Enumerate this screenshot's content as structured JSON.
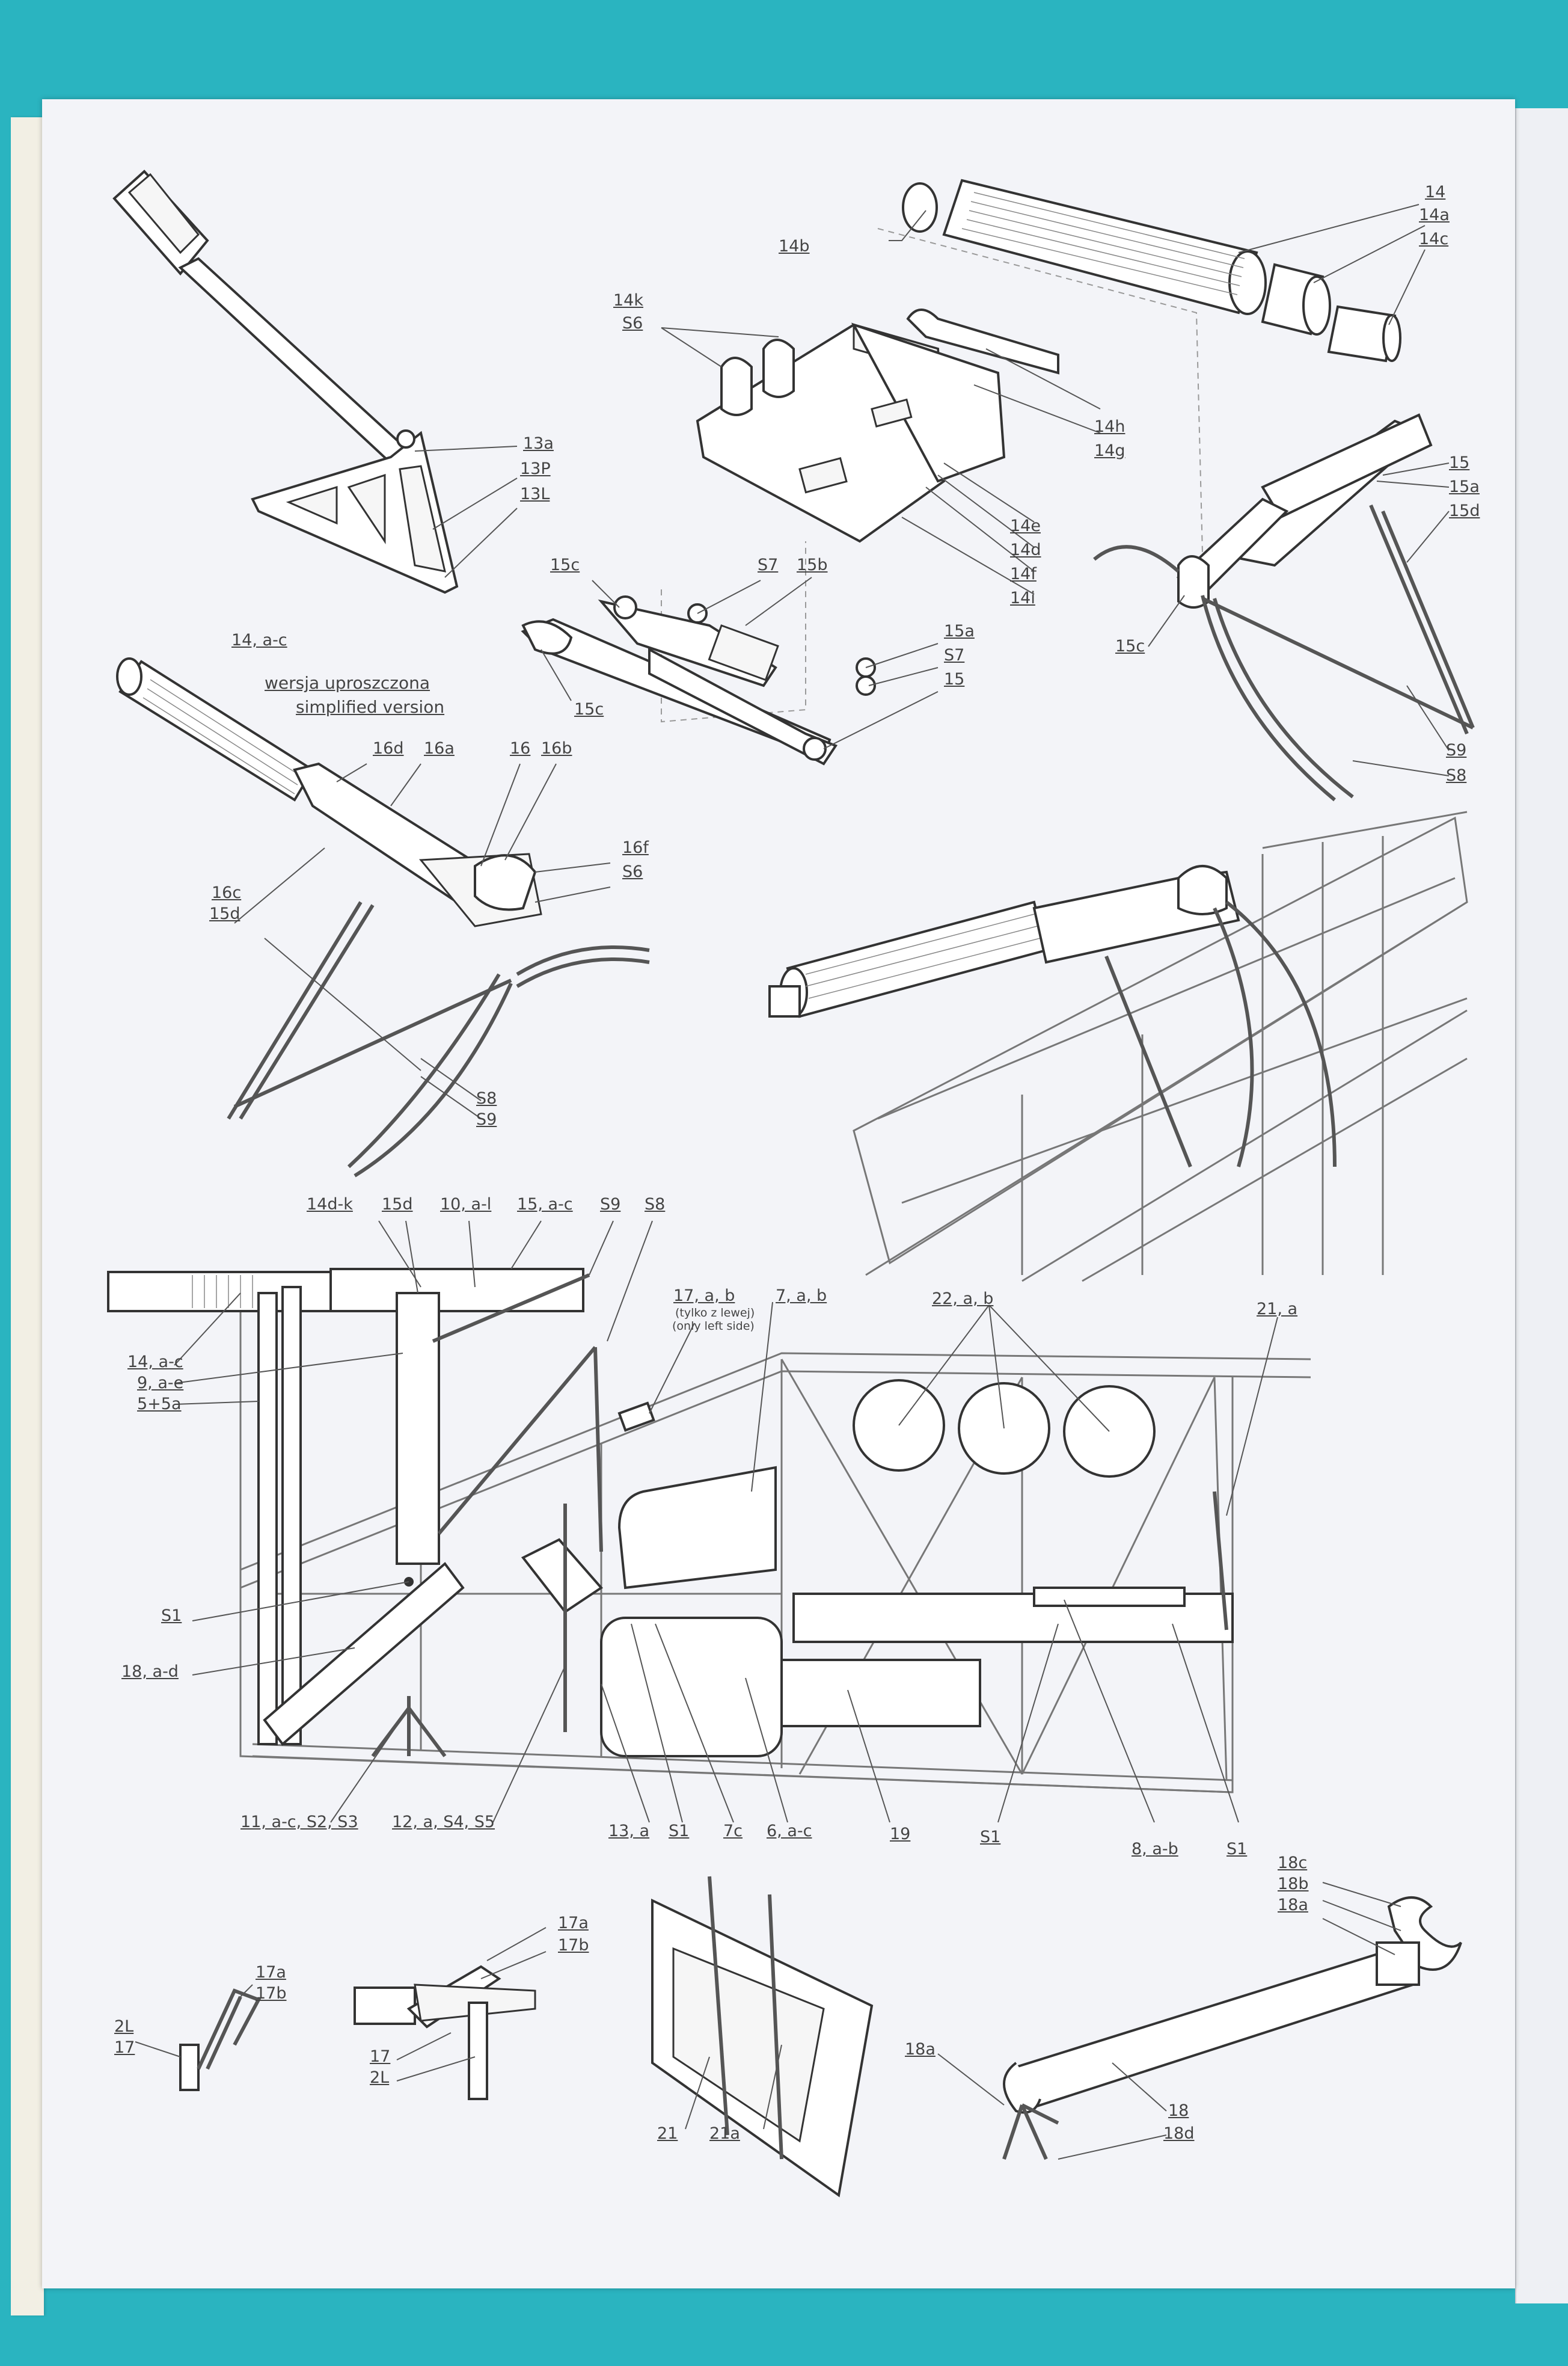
{
  "document": {
    "type": "model kit assembly instruction sheet",
    "notes": {
      "simplified_pl": "wersja uproszczona",
      "simplified_en": "simplified version",
      "left_side_pl": "(tylko z lewej)",
      "left_side_en": "(only left side)"
    },
    "labels": {
      "l14": "14",
      "l14a": "14a",
      "l14c": "14c",
      "l14b": "14b",
      "l14k": "14k",
      "lS6a": "S6",
      "l14h": "14h",
      "l14g": "14g",
      "l13a": "13a",
      "l13P": "13P",
      "l13L": "13L",
      "l14e": "14e",
      "l14d": "14d",
      "l14f": "14f",
      "l14i": "14i",
      "l15c_top": "15c",
      "lS7a": "S7",
      "l15b": "15b",
      "l15a_mid": "15a",
      "lS7b": "S7",
      "l15_mid": "15",
      "l15c_mid": "15c",
      "l15_r": "15",
      "l15a_r": "15a",
      "l15d_r": "15d",
      "l15c_r": "15c",
      "lS9_r": "S9",
      "lS8_r": "S8",
      "l14ac_top": "14, a-c",
      "l16d": "16d",
      "l16a": "16a",
      "l16": "16",
      "l16b": "16b",
      "l16f": "16f",
      "lS6b": "S6",
      "l16c": "16c",
      "l15d_l": "15d",
      "lS8_l": "S8",
      "lS9_l": "S9",
      "l14dk": "14d-k",
      "l15d_b": "15d",
      "l10al": "10, a-l",
      "l15ac": "15, a-c",
      "lS9_b": "S9",
      "lS8_b": "S8",
      "l17ab": "17, a, b",
      "l7ab": "7, a, b",
      "l22ab": "22, a, b",
      "l21a": "21, a",
      "l14ac_b": "14, a-c",
      "l9ae": "9, a-e",
      "l55a": "5+5a",
      "lS1a": "S1",
      "l18ad": "18, a-d",
      "l11": "11, a-c, S2, S3",
      "l12": "12, a, S4, S5",
      "l13a_b": "13, a",
      "lS1b": "S1",
      "l7c": "7c",
      "l6ac": "6, a-c",
      "l19": "19",
      "lS1c": "S1",
      "l8ab": "8, a-b",
      "lS1d": "S1",
      "l18c": "18c",
      "l18b": "18b",
      "l18a_r": "18a",
      "l17a_1": "17a",
      "l17b_1": "17b",
      "l2L_1": "2L",
      "l17_1": "17",
      "l17a_2": "17a",
      "l17b_2": "17b",
      "l17_2": "17",
      "l2L_2": "2L",
      "l21": "21",
      "l21a_s": "21a",
      "l18a_b": "18a",
      "l18": "18",
      "l18d": "18d"
    }
  }
}
